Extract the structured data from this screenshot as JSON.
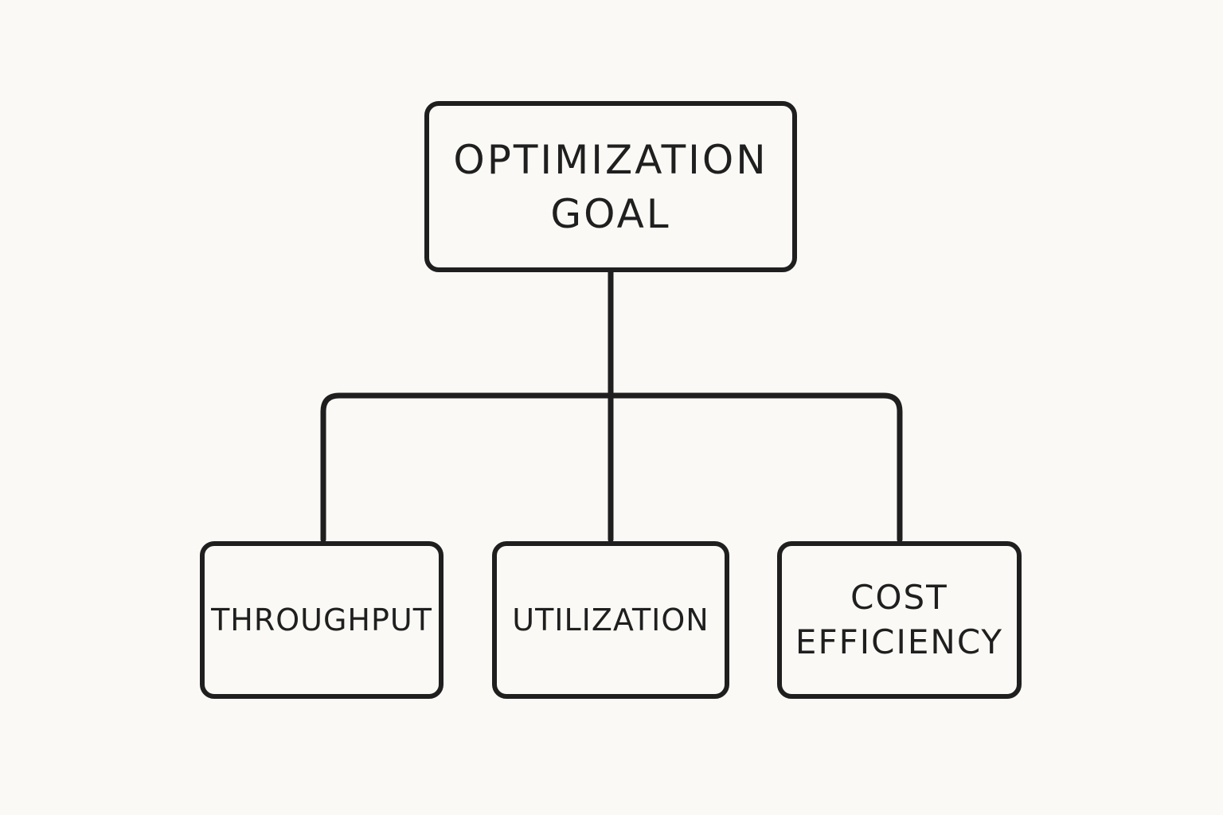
{
  "diagram": {
    "root": {
      "line1": "OPTIMIZATION",
      "line2": "GOAL"
    },
    "children": [
      {
        "label": "THROUGHPUT"
      },
      {
        "label": "UTILIZATION"
      },
      {
        "line1": "COST",
        "line2": "EFFICIENCY"
      }
    ],
    "colors": {
      "background": "#faf9f5",
      "stroke": "#1f1f1f"
    }
  }
}
